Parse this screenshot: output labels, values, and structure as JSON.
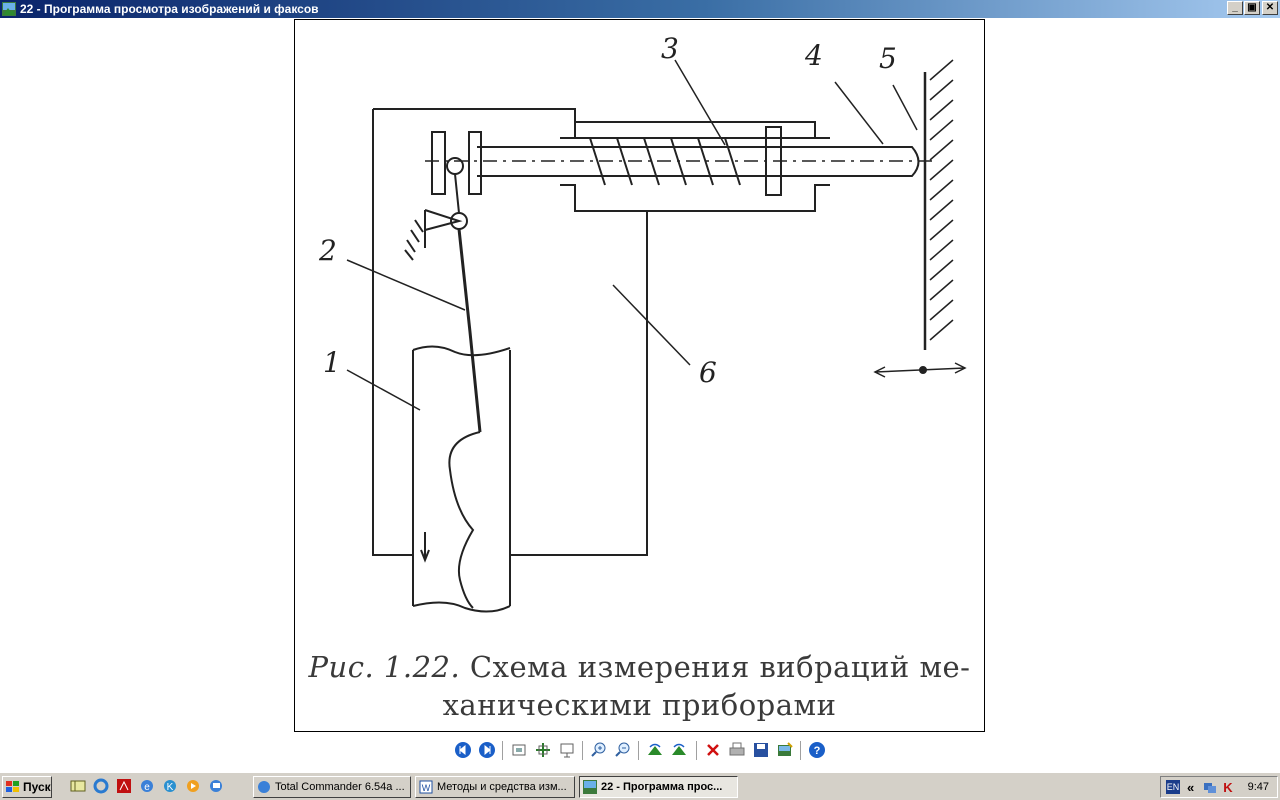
{
  "window": {
    "title": "22 - Программа просмотра изображений и факсов",
    "buttons": [
      "_",
      "▣",
      "✕"
    ]
  },
  "document": {
    "labels": [
      "3",
      "4",
      "5",
      "2",
      "6",
      "1"
    ],
    "caption_prefix": "Рис. 1.22.",
    "caption_line1": "Схема измерения вибраций ме-",
    "caption_line2": "ханическими приборами"
  },
  "viewer_toolbar": {
    "icons": [
      "previous-image-icon",
      "next-image-icon",
      "best-fit-icon",
      "actual-size-icon",
      "slideshow-icon",
      "zoom-in-icon",
      "zoom-out-icon",
      "rotate-clockwise-icon",
      "rotate-counterclockwise-icon",
      "delete-icon",
      "print-icon",
      "save-icon",
      "edit-icon",
      "help-icon"
    ]
  },
  "taskbar": {
    "start_label": "Пуск",
    "quick_launch": [
      "total-commander-icon",
      "opera-icon",
      "acrobat-icon",
      "ie-icon",
      "kaspersky-icon",
      "media-player-icon",
      "outlook-icon"
    ],
    "tasks": [
      {
        "label": "Total Commander 6.54a ...",
        "icon": "total-commander-icon",
        "active": false
      },
      {
        "label": "Методы и средства изм...",
        "icon": "word-icon",
        "active": false
      },
      {
        "label": "22 - Программа прос...",
        "icon": "image-viewer-icon",
        "active": true
      }
    ],
    "tray": {
      "lang": "EN",
      "chevron": "«",
      "clock": "9:47"
    }
  },
  "colors": {
    "titlebar_start": "#0a246a",
    "titlebar_end": "#a6caf0",
    "taskbar": "#d4d0c8"
  }
}
